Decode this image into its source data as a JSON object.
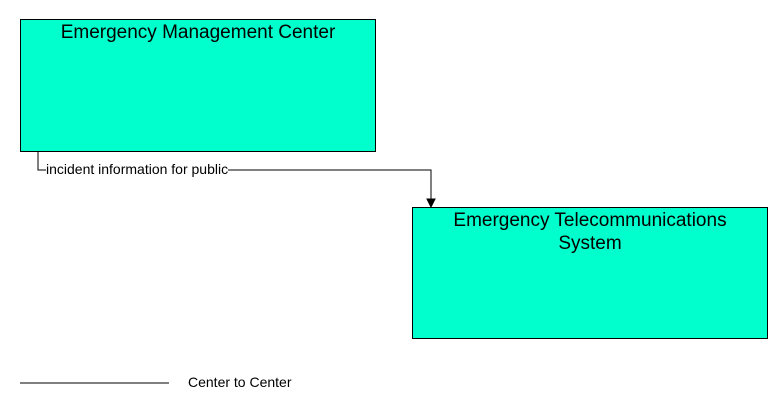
{
  "nodes": {
    "emergency_management_center": {
      "label": "Emergency Management Center",
      "fill": "#00ffcc"
    },
    "emergency_telecommunications_system": {
      "label": "Emergency Telecommunications System",
      "fill": "#00ffcc"
    }
  },
  "flows": [
    {
      "label": "incident information for public",
      "from": "Emergency Management Center",
      "to": "Emergency Telecommunications System"
    }
  ],
  "legend": {
    "items": [
      {
        "label": "Center to Center",
        "line_color": "#000000"
      }
    ]
  }
}
